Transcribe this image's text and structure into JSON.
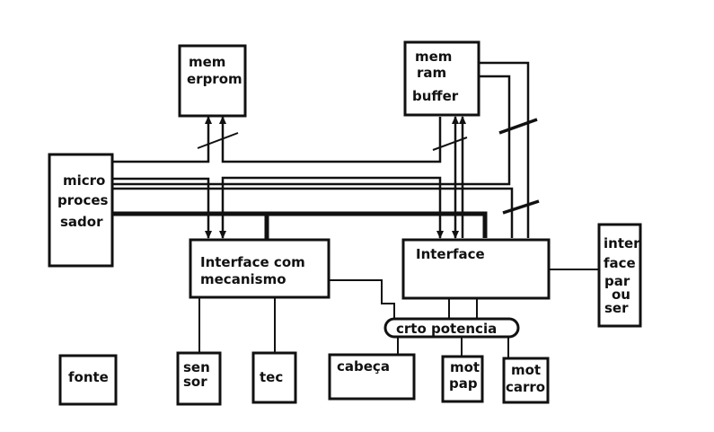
{
  "diagram": {
    "blocks": {
      "memerprom": {
        "lines": [
          "mem",
          "erprom"
        ]
      },
      "memram": {
        "lines": [
          "mem",
          "ram",
          "buffer"
        ]
      },
      "microprocessor": {
        "lines": [
          "micro",
          "proces",
          "sador"
        ]
      },
      "interface_mecanismo": {
        "lines": [
          "Interface com",
          "mecanismo"
        ]
      },
      "interface": {
        "lines": [
          "Interface"
        ]
      },
      "interface_parouser": {
        "lines": [
          "inter",
          "face",
          "par",
          "ou",
          "ser"
        ]
      },
      "crto_potencia": {
        "lines": [
          "crto potencia"
        ]
      },
      "fonte": {
        "lines": [
          "fonte"
        ]
      },
      "sensor": {
        "lines": [
          "sen",
          "sor"
        ]
      },
      "tec": {
        "lines": [
          "tec"
        ]
      },
      "cabeca": {
        "lines": [
          "cabeça"
        ]
      },
      "motpap": {
        "lines": [
          "mot",
          "pap"
        ]
      },
      "motcarro": {
        "lines": [
          "mot",
          "carro"
        ]
      }
    },
    "colors": {
      "ink": "#111111",
      "background": "#ffffff"
    }
  }
}
